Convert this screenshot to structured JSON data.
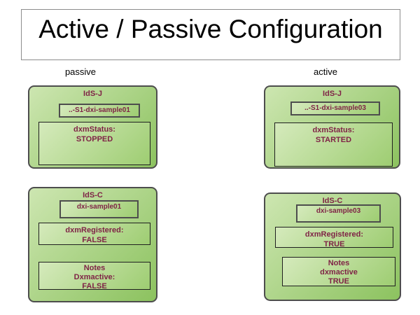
{
  "title": "Active / Passive Configuration",
  "column_labels": {
    "passive": "passive",
    "active": "active"
  },
  "boxes": {
    "passive_idsj": {
      "title": "IdS-J",
      "sample": "..-S1-dxi-sample01",
      "field_label": "dxmStatus:",
      "field_value": "STOPPED"
    },
    "active_idsj": {
      "title": "IdS-J",
      "sample": "..-S1-dxi-sample03",
      "field_label": "dxmStatus:",
      "field_value": "STARTED"
    },
    "passive_idsc": {
      "title": "IdS-C",
      "sample": "dxi-sample01",
      "registered_label": "dxmRegistered:",
      "registered_value": "FALSE",
      "notes_line1": "Notes",
      "notes_line2": "Dxmactive:",
      "notes_value": "FALSE"
    },
    "active_idsc": {
      "title": "IdS-C",
      "sample": "dxi-sample03",
      "registered_label": "dxmRegistered:",
      "registered_value": "TRUE",
      "notes_line1": "Notes",
      "notes_line2": "dxmactive",
      "notes_value": "TRUE"
    }
  },
  "colors": {
    "accent_text": "#7f2346",
    "node_fill_light": "#cde6b1",
    "node_fill_dark": "#8cc25f",
    "node_border": "#4d4d4d",
    "inner_border": "#1f1f1f",
    "title_border": "#8c8c8c"
  }
}
